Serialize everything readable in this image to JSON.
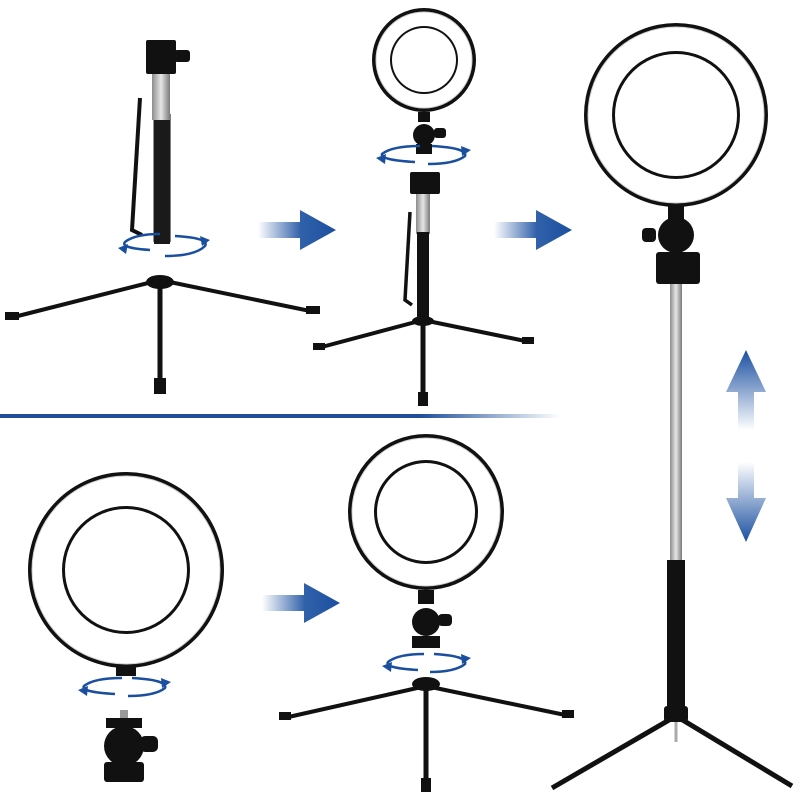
{
  "image": {
    "description_items": [
      "selfie-stick-on-tripod",
      "ring-light-on-stick-tripod",
      "ring-light-full-extended",
      "ring-light-with-ballhead",
      "ring-light-on-short-tripod"
    ],
    "icons": [
      "flow-arrow-icon",
      "rotate-arrows-icon",
      "extend-arrows-icon"
    ]
  },
  "colors": {
    "arrow_blue": "#1a4fa0",
    "divider_blue": "#1f4e9c",
    "device_black": "#111111",
    "metal_silver": "#c8c8c8",
    "ring_white": "#ffffff"
  }
}
